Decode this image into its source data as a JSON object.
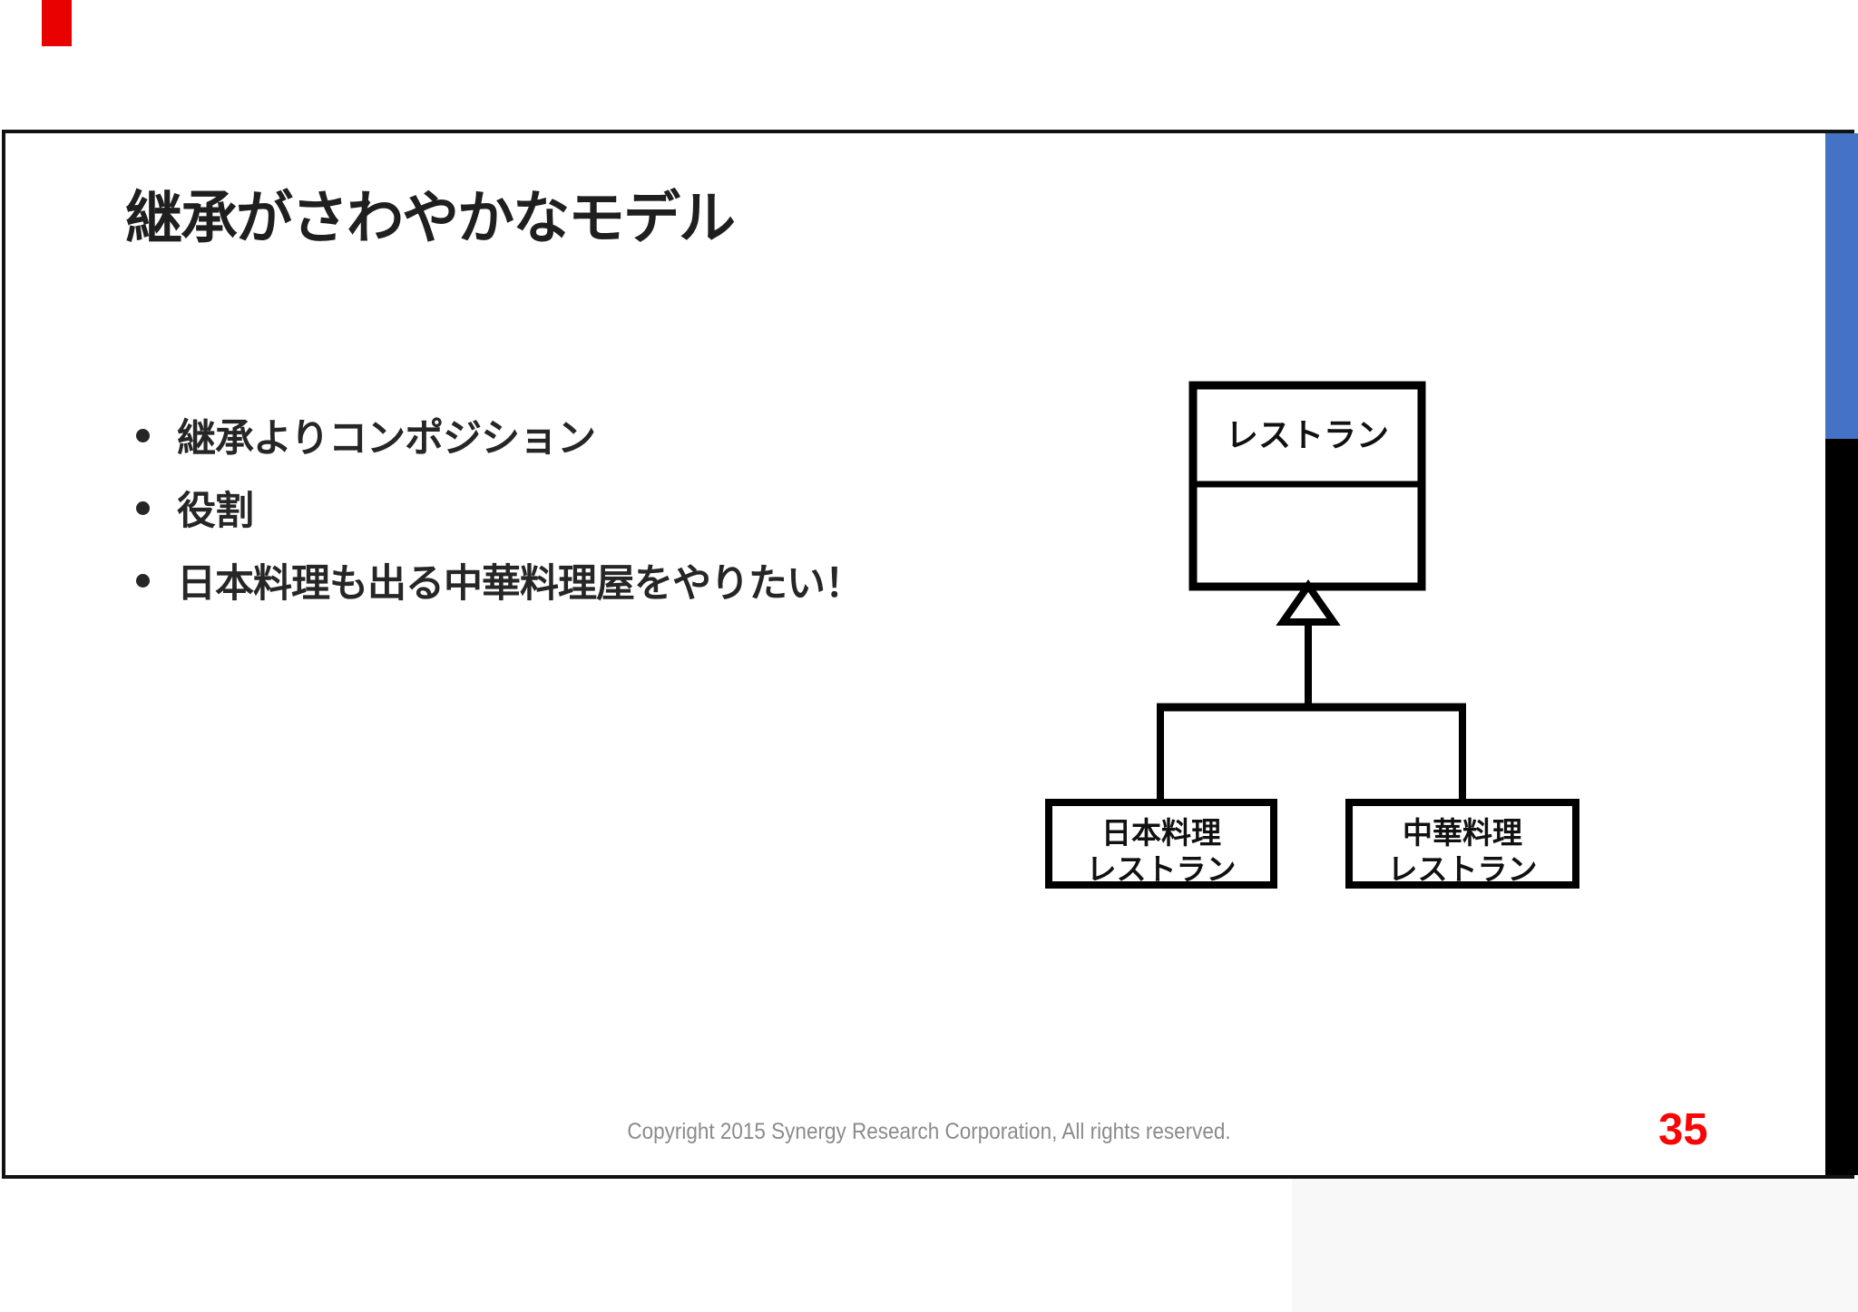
{
  "slide": {
    "title": "継承がさわやかなモデル",
    "bullets": [
      "継承よりコンポジション",
      "役割",
      "日本料理も出る中華料理屋をやりたい！"
    ],
    "footer": {
      "copyright": "Copyright 2015 Synergy Research Corporation, All rights reserved.",
      "page_number": "35"
    }
  },
  "diagram": {
    "type": "uml-class-inheritance",
    "parent": {
      "name": "レストラン"
    },
    "children": [
      {
        "name_line1": "日本料理",
        "name_line2": "レストラン"
      },
      {
        "name_line1": "中華料理",
        "name_line2": "レストラン"
      }
    ]
  },
  "colors": {
    "accent_blue": "#4472C4",
    "edge_black": "#000000",
    "marker_red": "#E90000",
    "page_number_red": "#FA0505",
    "footer_gray": "#8B8B8B",
    "text_black": "#1F1F1F"
  }
}
